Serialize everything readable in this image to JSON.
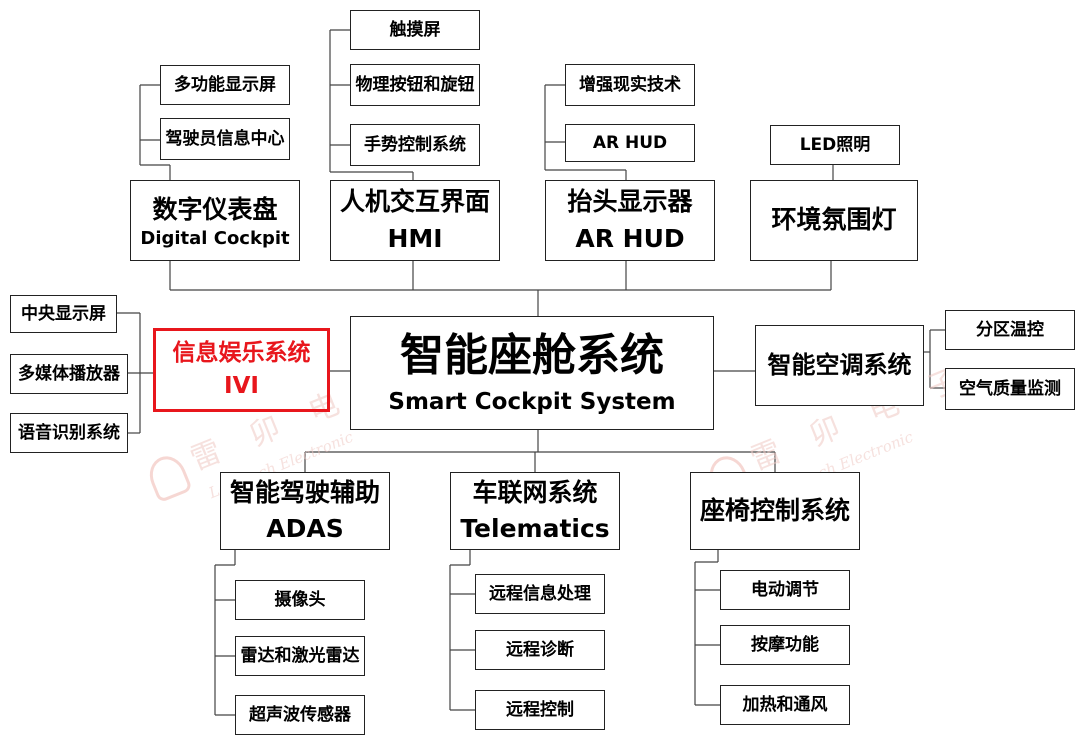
{
  "center": {
    "title": "智能座舱系统",
    "subtitle": "Smart Cockpit System"
  },
  "categories": {
    "digital_cockpit": {
      "title": "数字仪表盘",
      "subtitle": "Digital Cockpit",
      "items": [
        "多功能显示屏",
        "驾驶员信息中心"
      ]
    },
    "hmi": {
      "title": "人机交互界面",
      "subtitle": "HMI",
      "items": [
        "触摸屏",
        "物理按钮和旋钮",
        "手势控制系统"
      ]
    },
    "ar_hud": {
      "title": "抬头显示器",
      "subtitle": "AR HUD",
      "items": [
        "增强现实技术",
        "AR HUD"
      ]
    },
    "ambient": {
      "title": "环境氛围灯",
      "items": [
        "LED照明"
      ]
    },
    "ivi": {
      "title": "信息娱乐系统",
      "subtitle": "IVI",
      "items": [
        "中央显示屏",
        "多媒体播放器",
        "语音识别系统"
      ]
    },
    "climate": {
      "title": "智能空调系统",
      "items": [
        "分区温控",
        "空气质量监测"
      ]
    },
    "adas": {
      "title": "智能驾驶辅助",
      "subtitle": "ADAS",
      "items": [
        "摄像头",
        "雷达和激光雷达",
        "超声波传感器"
      ]
    },
    "telematics": {
      "title": "车联网系统",
      "subtitle": "Telematics",
      "items": [
        "远程信息处理",
        "远程诊断",
        "远程控制"
      ]
    },
    "seat": {
      "title": "座椅控制系统",
      "items": [
        "电动调节",
        "按摩功能",
        "加热和通风"
      ]
    }
  },
  "watermark": {
    "zh": "雷 卯 电 子",
    "en": "Leiditech Electronic"
  },
  "colors": {
    "highlight": "#e8161c",
    "line": "#222222",
    "watermark": "#f0c9c4"
  }
}
